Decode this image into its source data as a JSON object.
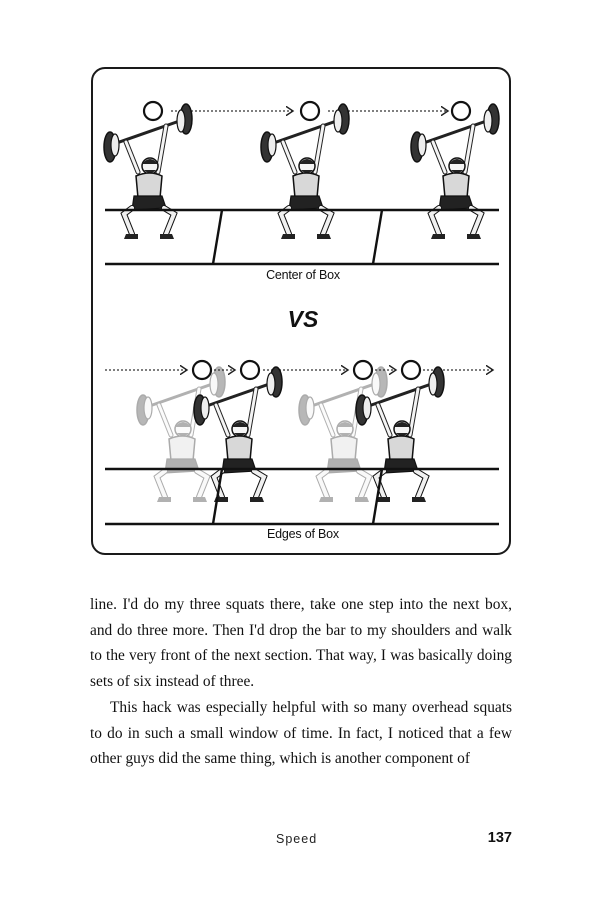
{
  "figure": {
    "top_caption": "Center of Box",
    "vs_label": "VS",
    "bottom_caption": "Edges of Box",
    "rows": [
      {
        "name": "center-of-box",
        "lifters": [
          {
            "faded": false
          },
          {
            "faded": false
          },
          {
            "faded": false
          }
        ]
      },
      {
        "name": "edges-of-box",
        "lifters": [
          {
            "faded": true
          },
          {
            "faded": false
          },
          {
            "faded": true
          },
          {
            "faded": false
          }
        ]
      }
    ]
  },
  "body": {
    "paragraph_1": "line. I'd do my three squats there, take one step into the next box, and do three more. Then I'd drop the bar to my shoulders and walk to the very front of the next section. That way, I was basically doing sets of six instead of three.",
    "paragraph_2": "This hack was especially helpful with so many overhead squats to do in such a small window of time. In fact, I noticed that a few other guys did the same thing, which is another component of"
  },
  "footer": {
    "running_title": "Speed",
    "page_number": "137"
  }
}
